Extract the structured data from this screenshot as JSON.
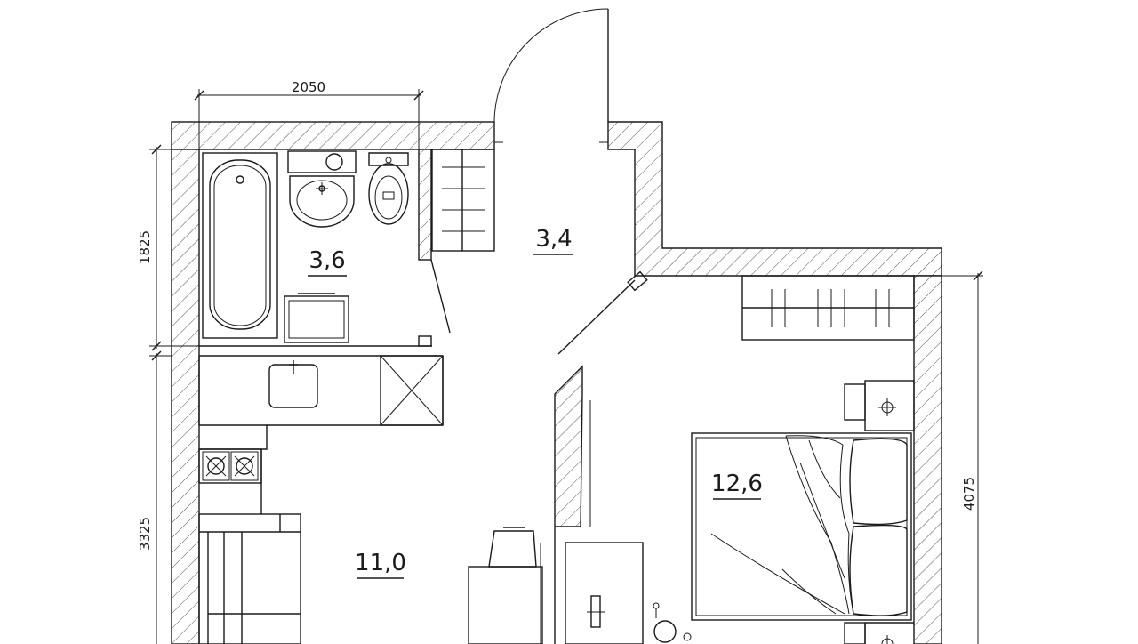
{
  "rooms": {
    "bathroom_area": "3,6",
    "hall_area": "3,4",
    "bedroom_area": "12,6",
    "kitchen_living_area": "11,0"
  },
  "dimensions": {
    "top_width": "2050",
    "left_upper": "1825",
    "left_lower": "3325",
    "right_height": "4075"
  }
}
